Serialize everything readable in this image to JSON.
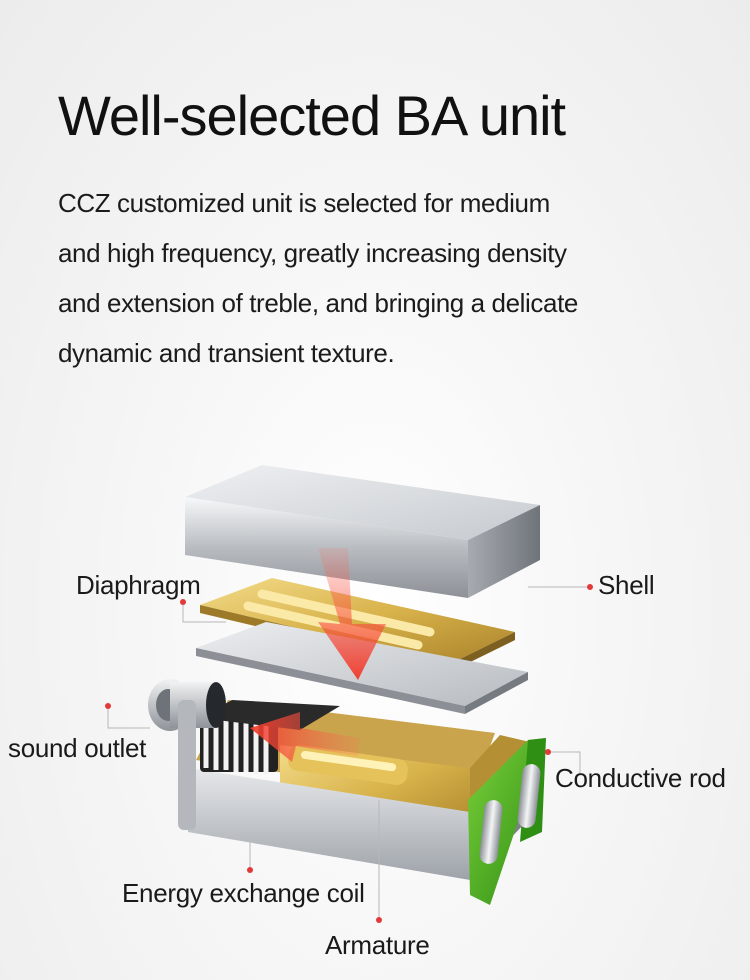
{
  "heading": "Well-selected BA unit",
  "description": [
    "CCZ customized unit is selected for medium",
    "and high frequency, greatly increasing density",
    " and extension of treble, and bringing a delicate",
    "dynamic and transient texture."
  ],
  "labels": {
    "diaphragm": "Diaphragm",
    "shell": "Shell",
    "sound_outlet": "sound outlet",
    "conductive_rod": "Conductive rod",
    "energy_coil": "Energy exchange  coil",
    "armature": "Armature"
  },
  "colors": {
    "leader_line": "#e23a3a",
    "arrow": "#f03a2a",
    "gold": "#d8b24a",
    "terminal_green": "#3aa21a",
    "metal": "#c9cdd2"
  }
}
